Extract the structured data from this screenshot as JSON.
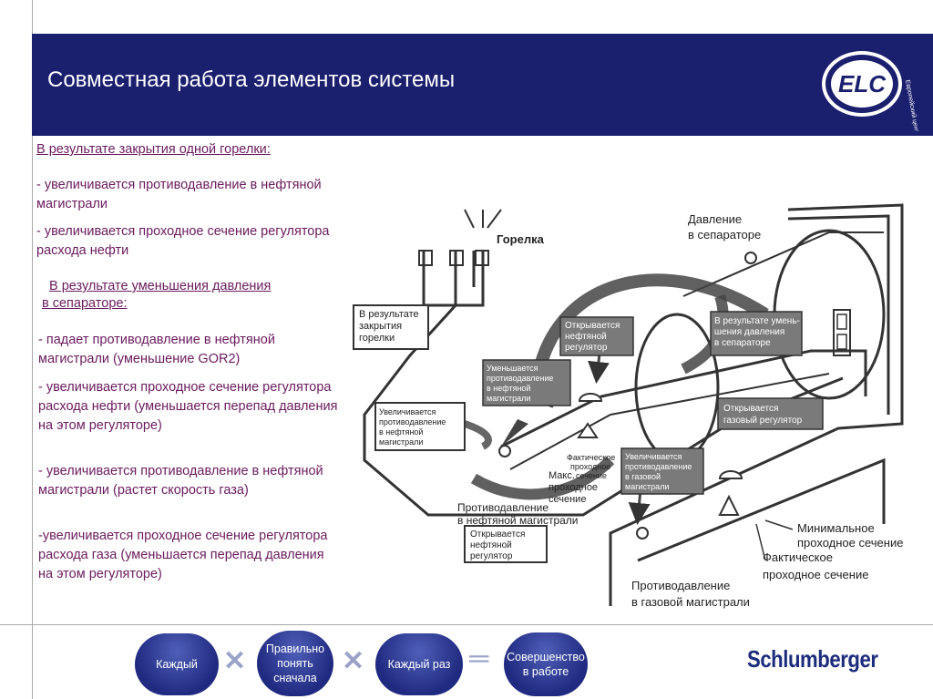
{
  "slide": {
    "title": "Совместная работа элементов системы",
    "logo_text": "ELC",
    "logo_ring_text": "Европейский центр обучения"
  },
  "left": {
    "heading1": "В результате закрытия одной горелки:",
    "b1": "- увеличивается противодавление в нефтяной магистрали",
    "b2": "- увеличивается проходное сечение регулятора расхода нефти",
    "heading2a": "В результате уменьшения давления",
    "heading2b": "в сепараторе:",
    "b3": "- падает противодавление в нефтяной магистрали (уменьшение GOR2)",
    "b4": "- увеличивается проходное сечение регулятора расхода нефти (уменьшается перепад давления на этом регуляторе)",
    "b5": "- увеличивается противодавление в нефтяной магистрали (растет скорость газа)",
    "b6": "-увеличивается проходное сечение регулятора расхода газа (уменьшается перепад давления на этом регуляторе)"
  },
  "diagram": {
    "burner": "Горелка",
    "sep_pressure_1": "Давление",
    "sep_pressure_2": "в сепараторе",
    "box_close_1": "В результате",
    "box_close_2": "закрытия",
    "box_close_3": "горелки",
    "box_open_oil_1": "Открывается",
    "box_open_oil_2": "нефтяной",
    "box_open_oil_3": "регулятор",
    "box_sep_1": "В результате умень-",
    "box_sep_2": "шения давления",
    "box_sep_3": "в сепараторе",
    "box_dec_1": "Уменьшается",
    "box_dec_2": "противодавление",
    "box_dec_3": "в нефтяной",
    "box_dec_4": "магистрали",
    "box_gas_1": "Открывается",
    "box_gas_2": "газовый регулятор",
    "box_inc_1": "Увеличивается",
    "box_inc_2": "противодавление",
    "box_inc_3": "в нефтяной",
    "box_inc_4": "магистрали",
    "fact_1": "Фактическое",
    "fact_2": "проходное",
    "fact_3": "сечение",
    "box_inc_gas_1": "Увеличивается",
    "box_inc_gas_2": "противодавление",
    "box_inc_gas_3": "в газовой",
    "box_inc_gas_4": "магистрали",
    "max_1": "Макс.",
    "max_2": "проходное",
    "max_3": "сечение",
    "oil_bp_1": "Противодавление",
    "oil_bp_2": "в нефтяной магистрали",
    "box_open_oil2_1": "Открывается",
    "box_open_oil2_2": "нефтяной",
    "box_open_oil2_3": "регулятор",
    "min_1": "Минимальное",
    "min_2": "проходное сечение",
    "fact2_1": "Фактическое",
    "fact2_2": "проходное сечение",
    "gas_bp_1": "Противодавление",
    "gas_bp_2": "в газовой магистрали"
  },
  "footer": {
    "p1": "Каждый",
    "p2a": "Правильно",
    "p2b": "понять",
    "p2c": "сначала",
    "p3": "Каждый раз",
    "p4a": "Совершенство",
    "p4b": "в работе",
    "brand": "Schlumberger"
  }
}
